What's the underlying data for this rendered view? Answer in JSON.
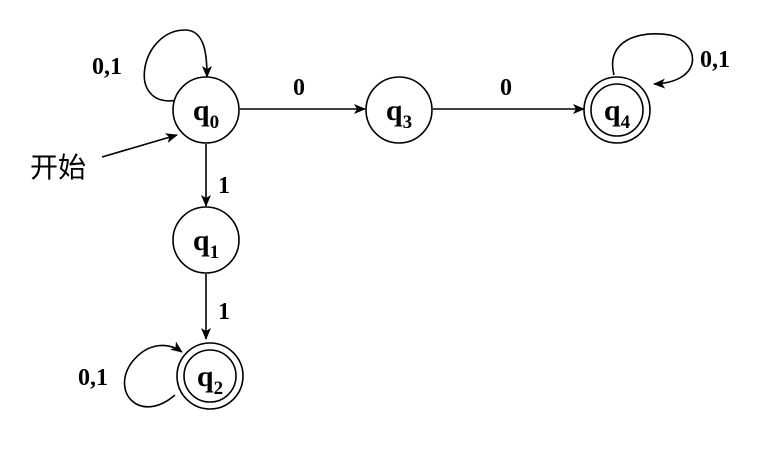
{
  "states": {
    "q0": {
      "letter": "q",
      "sub": "0"
    },
    "q1": {
      "letter": "q",
      "sub": "1"
    },
    "q2": {
      "letter": "q",
      "sub": "2"
    },
    "q3": {
      "letter": "q",
      "sub": "3"
    },
    "q4": {
      "letter": "q",
      "sub": "4"
    }
  },
  "accepting_states": [
    "q2",
    "q4"
  ],
  "start_label": "开始",
  "transitions": {
    "q0_self": "0,1",
    "q0_q3": "0",
    "q3_q4": "0",
    "q4_self": "0,1",
    "q0_q1": "1",
    "q1_q2": "1",
    "q2_self": "0,1"
  },
  "colors": {
    "stroke": "#000000",
    "fill": "#ffffff"
  }
}
